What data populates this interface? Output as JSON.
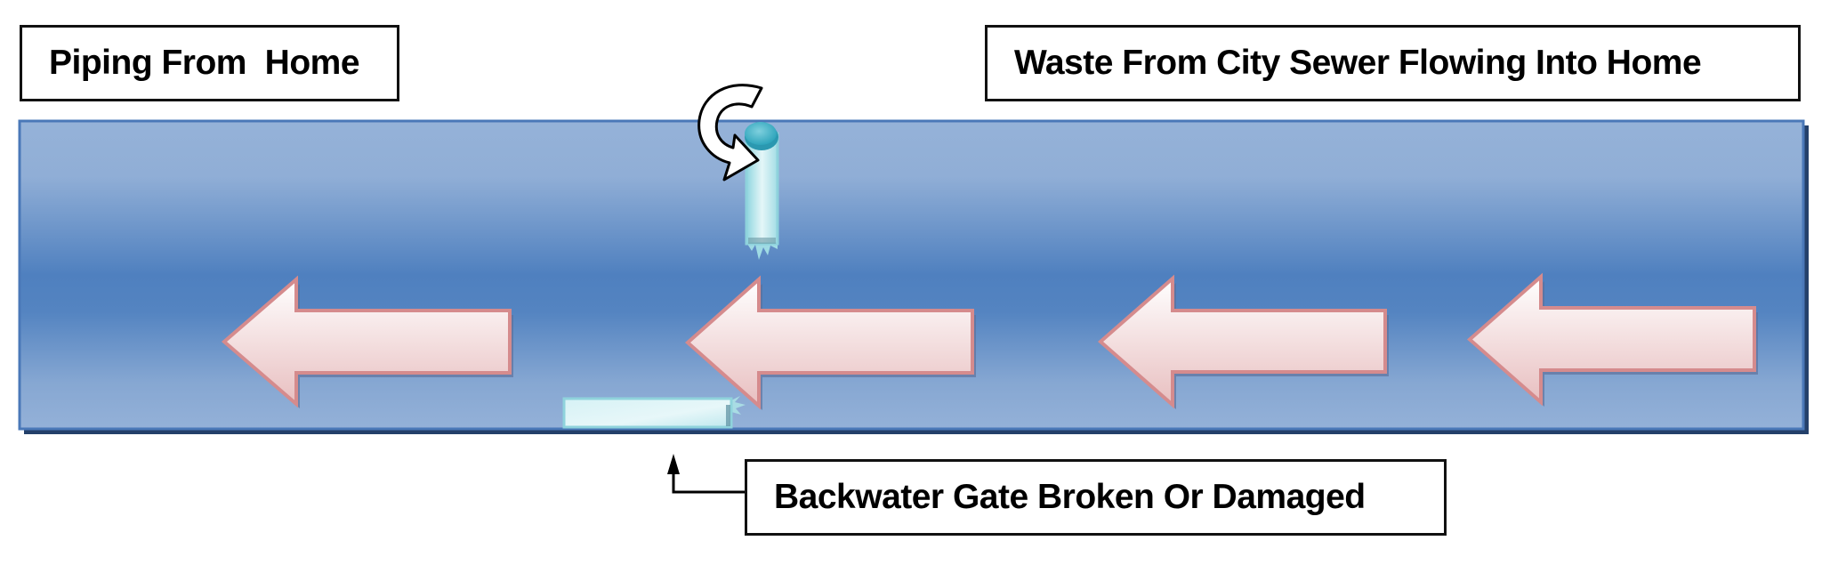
{
  "labels": {
    "piping_from_home": "Piping From  Home",
    "waste_from_sewer": "Waste From City Sewer Flowing Into Home",
    "backwater_gate": "Backwater Gate Broken Or Damaged"
  },
  "pipe": {
    "fill_light": "#95b2d8",
    "fill_dark": "#4f7fbd",
    "border": "#4a78b8",
    "shadow": "#24406a"
  },
  "flow_arrows": {
    "direction": "left",
    "count": 4,
    "fill_top": "#ffffff",
    "fill_bottom": "#e9c2c3",
    "stroke": "#d58b8d"
  },
  "gate": {
    "state": "broken",
    "fill": "#c6ecf0",
    "edge": "#6ccad6",
    "cap": "#3ab0c6"
  },
  "rotate_arrow": {
    "direction": "counter-clockwise",
    "fill": "#ffffff",
    "stroke": "#000000"
  }
}
